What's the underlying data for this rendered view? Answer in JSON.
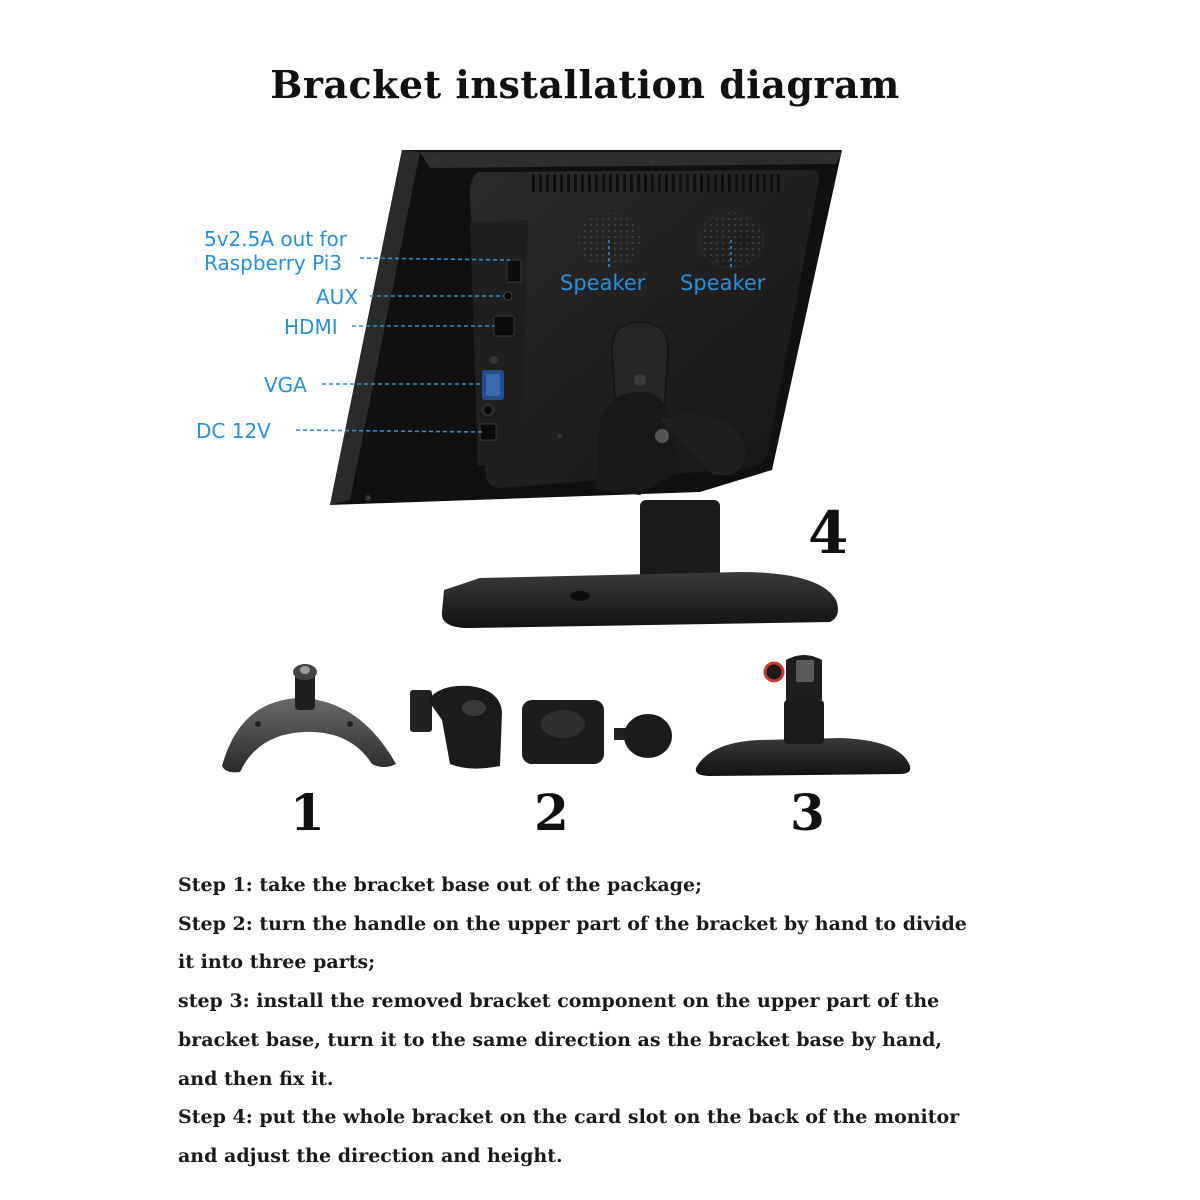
{
  "title": "Bracket installation diagram",
  "colors": {
    "label_blue": "#2a8fd6",
    "monitor_black": "#1b1b1b",
    "accent_red": "#d23a2a"
  },
  "port_labels": {
    "usb_line1": "5v2.5A out for",
    "usb_line2": "Raspberry Pi3",
    "aux": "AUX",
    "hdmi": "HDMI",
    "vga": "VGA",
    "dc": "DC 12V"
  },
  "speaker_labels": [
    "Speaker",
    "Speaker"
  ],
  "step_numbers": {
    "one": "1",
    "two": "2",
    "three": "3",
    "four": "4"
  },
  "steps_text": [
    "Step 1: take the bracket base out of the package;",
    "Step 2: turn the handle on the upper part of the bracket by hand to divide",
    "it into three parts;",
    "step 3: install the removed bracket component on the upper part of the",
    "bracket base, turn it to the same direction as the bracket base by hand,",
    "and then fix it.",
    "Step 4: put the whole bracket on the card slot on the back of the monitor",
    "and adjust the direction and height."
  ]
}
